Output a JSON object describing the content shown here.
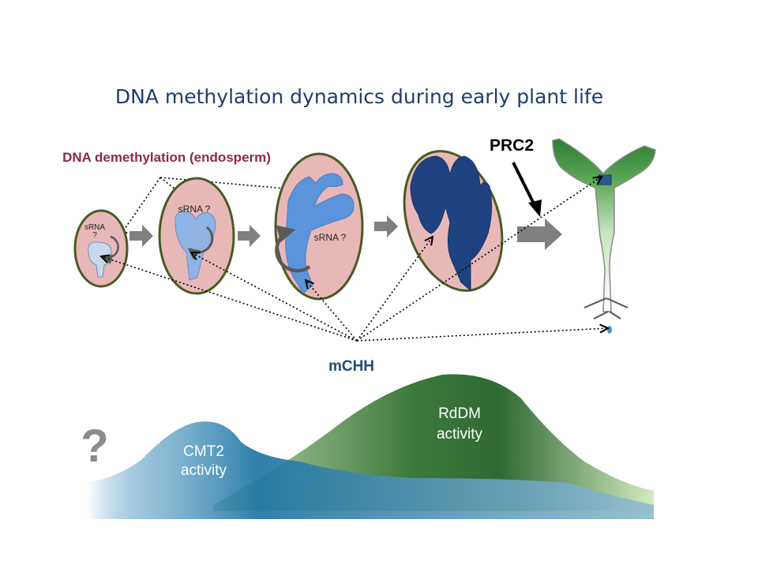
{
  "title": "DNA methylation dynamics during early plant life",
  "demethylation_label": "DNA demethylation (endosperm)",
  "srna_labels": {
    "stage1_line1": "sRNA",
    "stage1_line2": "?",
    "stage2": "sRNA ?",
    "stage3": "sRNA ?"
  },
  "prc2_label": "PRC2",
  "mchh_label": "mCHH",
  "cmt2": {
    "line1": "CMT2",
    "line2": "activity"
  },
  "rddm": {
    "line1": "RdDM",
    "line2": "activity"
  },
  "question_mark": "?",
  "colors": {
    "title": "#1f3d6e",
    "demethylation": "#8a2a4a",
    "seed_fill": "#e8b8b8",
    "seed_border": "#4a5a22",
    "embryo_light": "#c8d8ec",
    "embryo_mid": "#6a9ad8",
    "embryo_dark": "#1e4280",
    "cmt2_curve": "#1f78a8",
    "rddm_curve": "#3f7a3a",
    "arrow_gray": "#808080"
  }
}
